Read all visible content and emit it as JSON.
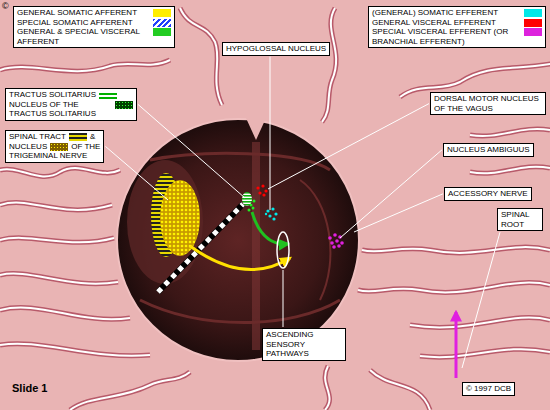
{
  "diagram": {
    "labels": [
      "©",
      "HYPOGLOSSAL NUCLEUS",
      "TRACTUS SOLITARIUS",
      "NUCLEUS OF THE TRACTUS SOLITARIUS",
      "SPINAL TRACT",
      "&",
      "NUCLEUS",
      "OF THE",
      "TRIGEMINAL NERVE",
      "DORSAL MOTOR NUCLEUS OF THE VAGUS",
      "NUCLEUS AMBIGUUS",
      "ACCESSORY NERVE",
      "SPINAL ROOT",
      "ASCENDING SENSORY PATHWAYS",
      "Slide 1",
      "© 1997 DCB"
    ],
    "legend": [
      {
        "text": "GENERAL SOMATIC AFFERENT",
        "color": "#ffee00"
      },
      {
        "text": "SPECIAL SOMATIC AFFERENT"
      },
      {
        "text": "GENERAL & SPECIAL VISCERAL AFFERENT",
        "color": "#22cc22"
      },
      {
        "text": "(GENERAL) SOMATIC EFFERENT",
        "color": "#00e8e8"
      },
      {
        "text": "GENERAL VISCERAL EFFERENT",
        "color": "#ff0000"
      },
      {
        "text": "SPECIAL VISCERAL EFFERENT (OR BRANCHIAL EFFERENT)",
        "color": "#dd22dd"
      }
    ]
  }
}
